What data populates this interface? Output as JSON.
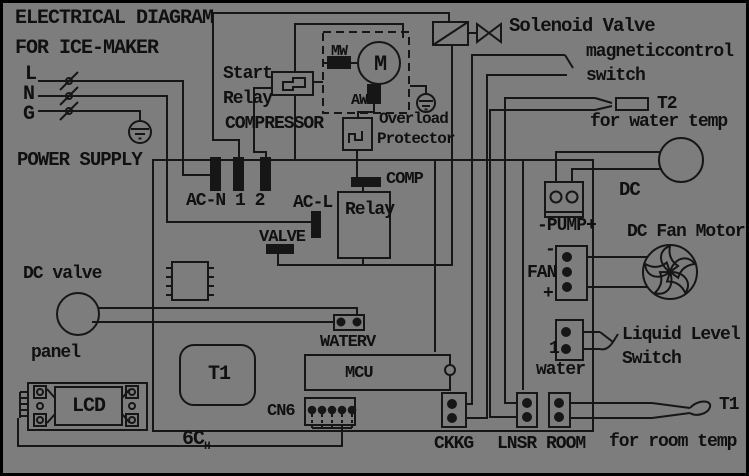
{
  "colors": {
    "background": "#7d7d7d",
    "line": "#161616",
    "text": "#101010"
  },
  "labels": {
    "title1": "ELECTRICAL DIAGRAM",
    "title2": "FOR ICE-MAKER",
    "l": "L",
    "n": "N",
    "g": "G",
    "power_supply": "POWER SUPPLY",
    "start": "Start",
    "start_relay": "Relay",
    "compressor": "COMPRESSOR",
    "mw": "MW",
    "aw": "AW",
    "motor_m": "M",
    "overload": "Overload",
    "protector": "Protector",
    "solenoid_valve": "Solenoid Valve",
    "magnetic_control": "magneticcontrol",
    "magnetic_switch": "switch",
    "t2": "T2",
    "water_temp": "for water temp",
    "ac_n": "AC-N 1 2",
    "ac_l": "AC-L",
    "comp": "COMP",
    "valve": "VALVE",
    "relay_box": "Relay",
    "dc": "DC",
    "pump": "-PUMP+",
    "dc_fan_motor": "DC Fan Motor",
    "fan": "FAN",
    "fan_minus": "-",
    "fan_plus": "+",
    "liquid_level": "Liquid Level",
    "liquid_switch": "Switch",
    "water_1": "1",
    "water": "water",
    "dc_valve": "DC valve",
    "panel": "panel",
    "lcd": "LCD",
    "t1_chip": "T1",
    "mcu": "MCU",
    "waterv": "WATERV",
    "cn6": "CN6",
    "cable_6c": "6C",
    "cable_sub": "H",
    "ckkg": "CKKG",
    "lnsr": "LNSR",
    "room": "ROOM",
    "room_temp": "for room temp",
    "t1_sensor": "T1"
  }
}
